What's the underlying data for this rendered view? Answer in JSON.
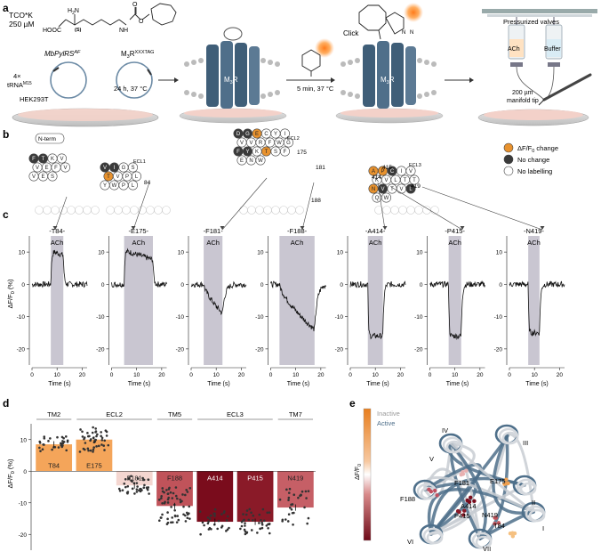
{
  "panel_a": {
    "label": "a",
    "tco_line1": "TCO*K",
    "tco_line2": "250 µM",
    "amine": "H",
    "amine_sub": "2",
    "amine_n": "N",
    "stereo": "(S)",
    "acid": "HOOC",
    "nh": "NH",
    "o1": "O",
    "o2": "O",
    "plasmid1_label": "MbPylRS",
    "plasmid1_sup": "AF",
    "plasmid2_label": "M",
    "plasmid2_sub": "3",
    "plasmid2_label2": "R",
    "plasmid2_sup": "XXXTAG",
    "trna_line1": "4×",
    "trna_line2": "tRNA",
    "trna_sup": "M15",
    "cells": "HEK293T",
    "step1": "24 h, 37 °C",
    "receptor": "M",
    "receptor_sub": "3",
    "receptor2": "R",
    "step2": "5 min, 37 °C",
    "click": "Click",
    "valves": "Pressurized valves",
    "ach": "ACh",
    "buffer": "Buffer",
    "tip_line1": "200 µm",
    "tip_line2": "manifold tip",
    "n_atom": "N"
  },
  "panel_b": {
    "label": "b",
    "nterm": "N-term",
    "ecl1": "ECL1",
    "ecl2": "ECL2",
    "ecl3": "ECL3",
    "num84": "84",
    "num175": "175",
    "num181": "181",
    "num188": "188",
    "num414": "414",
    "num415": "415",
    "num419": "419",
    "legend": [
      {
        "label": "ΔF/F",
        "sub": "0",
        "label2": " change",
        "color": "#e8922e"
      },
      {
        "label": "No change",
        "color": "#3a3a3a"
      },
      {
        "label": "No labelling",
        "color": "#ffffff"
      }
    ],
    "groups": [
      {
        "residues": [
          "F",
          "T",
          "K",
          "V",
          "V",
          "E",
          "F",
          "V",
          "V",
          "E",
          "S"
        ],
        "highlight": [],
        "dark": [
          0,
          1
        ]
      },
      {
        "residues": [
          "V",
          "I",
          "G",
          "S",
          "T",
          "V",
          "P",
          "L",
          "Y",
          "W",
          "P",
          "L"
        ],
        "highlight": [
          4
        ],
        "dark": [
          0,
          1
        ]
      },
      {
        "residues": [
          "D",
          "G",
          "E",
          "C",
          "Y",
          "I",
          "V",
          "V",
          "R",
          "F",
          "W",
          "G",
          "F",
          "Y",
          "K",
          "T",
          "S",
          "F",
          "E",
          "N",
          "W"
        ],
        "highlight": [
          2,
          15
        ],
        "dark": [
          0,
          1,
          12,
          13
        ]
      },
      {
        "residues": [
          "A",
          "P",
          "C",
          "I",
          "V",
          "K",
          "V",
          "L",
          "T",
          "T",
          "N",
          "V",
          "T",
          "V",
          "L",
          "Q",
          "W"
        ],
        "highlight": [
          0,
          1,
          10
        ],
        "dark": [
          2,
          11,
          14
        ]
      }
    ],
    "ecl2_extra": [
      "Y",
      "R",
      "F",
      "V",
      "F"
    ]
  },
  "panel_c": {
    "label": "c",
    "ylabel_main": "ΔF/F",
    "ylabel_sub": "0",
    "ylabel_unit": " (%)",
    "xlabel": "Time (s)",
    "stim_label": "ACh",
    "yticks": [
      -20,
      -10,
      0,
      10
    ],
    "xticks": [
      0,
      10,
      20
    ],
    "traces": [
      {
        "title": "-T84-",
        "stim": [
          7.5,
          12.5
        ],
        "pre": 0,
        "peak": 10.5,
        "shape": "up-sharp",
        "post": 0
      },
      {
        "title": "-E175-",
        "stim": [
          5,
          16.5
        ],
        "pre": 0,
        "peak": 10.5,
        "shape": "up-decay",
        "post": 0
      },
      {
        "title": "-F181-",
        "stim": [
          5,
          12.5
        ],
        "pre": 0,
        "peak": -9,
        "shape": "down-slow",
        "post": 0
      },
      {
        "title": "-F188-",
        "stim": [
          3.5,
          17.5
        ],
        "pre": 0,
        "peak": -14,
        "shape": "down-slow",
        "post": 0
      },
      {
        "title": "-A414-",
        "stim": [
          7,
          13
        ],
        "pre": 0,
        "peak": -16,
        "shape": "down-sharp",
        "post": 0
      },
      {
        "title": "-P415-",
        "stim": [
          7.5,
          12.5
        ],
        "pre": 0,
        "peak": -16,
        "shape": "down-sharp",
        "post": 0
      },
      {
        "title": "-N419-",
        "stim": [
          7.5,
          12
        ],
        "pre": 0,
        "peak": -15,
        "shape": "down-sharp",
        "post": 0
      }
    ]
  },
  "chart_data": {
    "type": "bar",
    "title": "",
    "xlabel": "",
    "ylabel": "ΔF/F0 (%)",
    "ylim": [
      -25,
      15
    ],
    "yticks": [
      -20,
      -10,
      0,
      10
    ],
    "categories": [
      "T84",
      "E175",
      "F181",
      "F188",
      "A414",
      "P415",
      "N419"
    ],
    "values": [
      8.5,
      10,
      -4.5,
      -11,
      -16,
      -16,
      -11.5
    ],
    "bar_colors": [
      "#f4a55a",
      "#f4a55a",
      "#f4d6d0",
      "#c0535a",
      "#7a0c1c",
      "#8a1a28",
      "#c65f66"
    ],
    "region_labels": [
      {
        "label": "TM2",
        "from": 0,
        "to": 0
      },
      {
        "label": "ECL2",
        "from": 1,
        "to": 2
      },
      {
        "label": "TM5",
        "from": 3,
        "to": 3
      },
      {
        "label": "ECL3",
        "from": 4,
        "to": 5
      },
      {
        "label": "TM7",
        "from": 6,
        "to": 6
      }
    ],
    "points": [
      {
        "n": 30,
        "spread": 2.5
      },
      {
        "n": 45,
        "spread": 4
      },
      {
        "n": 40,
        "spread": 3
      },
      {
        "n": 60,
        "spread": 6
      },
      {
        "n": 30,
        "spread": 4
      },
      {
        "n": 40,
        "spread": 4
      },
      {
        "n": 30,
        "spread": 6
      }
    ]
  },
  "panel_d": {
    "label": "d",
    "ylabel_main": "ΔF/F",
    "ylabel_sub": "0",
    "ylabel_unit": " (%)"
  },
  "panel_e": {
    "label": "e",
    "inactive": "Inactive",
    "active": "Active",
    "scale_label": "ΔF/F",
    "scale_sub": "0",
    "tm_labels": [
      "IV",
      "III",
      "V",
      "II",
      "I",
      "VI",
      "VII"
    ],
    "residue_labels": [
      "F181",
      "E175",
      "F188",
      "A414",
      "P415",
      "N419",
      "T84"
    ],
    "colors": {
      "inactive": "#aaaaaa",
      "active": "#4e6f8a"
    }
  }
}
